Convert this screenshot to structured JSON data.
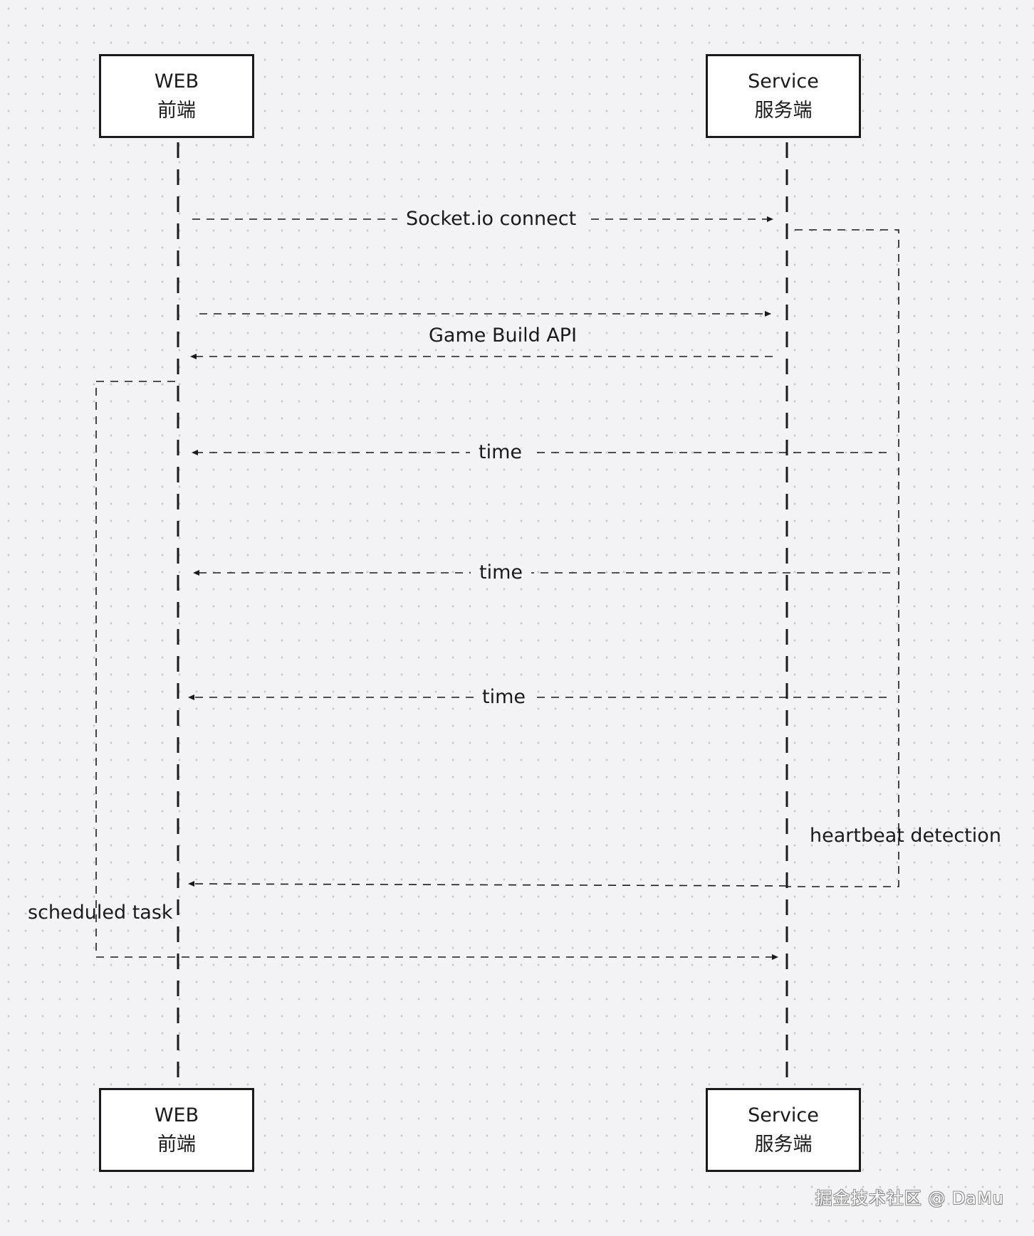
{
  "actors": {
    "web": {
      "line1": "WEB",
      "line2": "前端"
    },
    "service": {
      "line1": "Service",
      "line2": "服务端"
    }
  },
  "messages": {
    "socket_connect": "Socket.io connect",
    "game_build_api": "Game Build API",
    "time_1": "time",
    "time_2": "time",
    "time_3": "time",
    "heartbeat_detection": "heartbeat detection",
    "scheduled_task": "scheduled task"
  },
  "watermark": "掘金技术社区 @ DaMu",
  "colors": {
    "background": "#f3f3f5",
    "ink": "#1a1a1a",
    "box_fill": "#ffffff"
  }
}
